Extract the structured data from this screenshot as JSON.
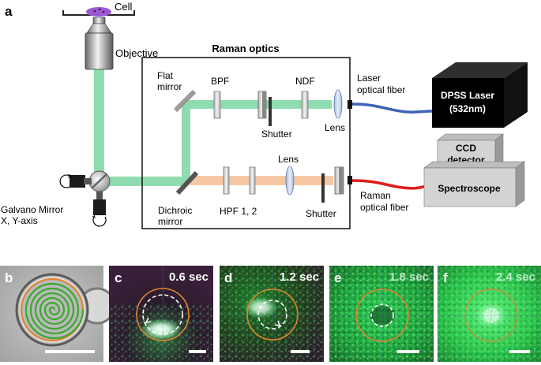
{
  "panel_a": {
    "letter": "a",
    "cell": "Cell",
    "objective": "Objective",
    "raman_optics": "Raman optics",
    "flat_mirror_1": "Flat",
    "flat_mirror_2": "mirror",
    "bpf": "BPF",
    "ndf": "NDF",
    "laser_fiber_1": "Laser",
    "laser_fiber_2": "optical fiber",
    "lens_laser": "Lens",
    "shutter_laser": "Shutter",
    "lens_raman": "Lens",
    "dichroic_1": "Dichroic",
    "dichroic_2": "mirror",
    "hpf": "HPF 1, 2",
    "shutter_raman": "Shutter",
    "raman_fiber_1": "Raman",
    "raman_fiber_2": "optical fiber",
    "galvano_1": "Galvano Mirror",
    "galvano_2": "X, Y-axis",
    "laser_box_1": "DPSS Laser",
    "laser_box_2": "(532nm)",
    "ccd_1": "CCD",
    "ccd_2": "detector",
    "spectroscope": "Spectroscope"
  },
  "panels": [
    {
      "letter": "b",
      "time": ""
    },
    {
      "letter": "c",
      "time": "0.6 sec"
    },
    {
      "letter": "d",
      "time": "1.2 sec"
    },
    {
      "letter": "e",
      "time": "1.8 sec"
    },
    {
      "letter": "f",
      "time": "2.4 sec"
    }
  ],
  "colors": {
    "green_beam": "#8fdcb0",
    "raman_beam": "#f6c7a4",
    "laser_fiber": "#3f63b5",
    "raman_fiber": "#e01b1b",
    "cell_purple": "#9b59d0"
  }
}
